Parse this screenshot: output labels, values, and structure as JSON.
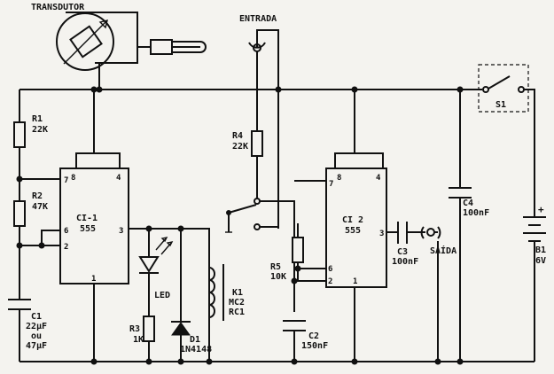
{
  "labels": {
    "transdutor": "TRANSDUTOR",
    "entrada": "ENTRADA",
    "saida": "SAÍDA",
    "r1_name": "R1",
    "r1_value": "22K",
    "r2_name": "R2",
    "r2_value": "47K",
    "c1_name": "C1",
    "c1_value_a": "22µF",
    "c1_or": "ou",
    "c1_value_b": "47µF",
    "r3_name": "R3",
    "r3_value": "1K",
    "led": "LED",
    "d1_name": "D1",
    "d1_value": "1N4148",
    "k1_name": "K1",
    "k1_value_a": "MC2",
    "k1_value_b": "RC1",
    "r4_name": "R4",
    "r4_value": "22K",
    "r5_name": "R5",
    "r5_value": "10K",
    "c2_name": "C2",
    "c2_value": "150nF",
    "c3_name": "C3",
    "c3_value": "100nF",
    "c4_name": "C4",
    "c4_value": "100nF",
    "s1_name": "S1",
    "b1_name": "B1",
    "b1_value": "6V",
    "b1_plus": "+",
    "ci1_name": "CI-1",
    "ci1_type": "555",
    "ci2_name": "CI 2",
    "ci2_type": "555",
    "ci1_pin8": "8",
    "ci1_pin4": "4",
    "ci1_pin7": "7",
    "ci1_pin6": "6",
    "ci1_pin2": "2",
    "ci1_pin3": "3",
    "ci1_pin1": "1",
    "ci2_pin8": "8",
    "ci2_pin4": "4",
    "ci2_pin7": "7",
    "ci2_pin6": "6",
    "ci2_pin2": "2",
    "ci2_pin3": "3",
    "ci2_pin1": "1"
  }
}
